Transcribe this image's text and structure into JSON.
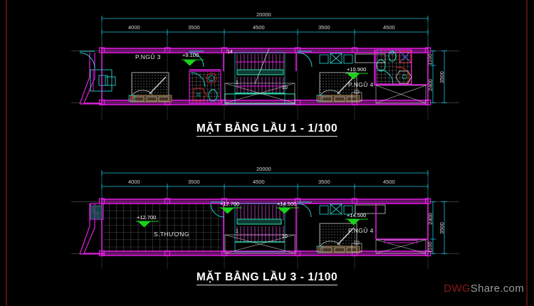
{
  "document": {
    "type": "cad-floor-plan-drawing",
    "background_color": "#000000",
    "border_color": "#5a0d0d"
  },
  "watermark": {
    "prefix": "DWG",
    "suffix": "Share.com"
  },
  "plans": [
    {
      "id": "lau-1",
      "title": "MẶT BẰNG LẦU 1 - 1/100",
      "overall_dimension": "20000",
      "bay_dimensions": [
        "4000",
        "3500",
        "4500",
        "3500",
        "4500"
      ],
      "side_dimensions": [
        "1100",
        "2400",
        "3500"
      ],
      "rooms": [
        {
          "name": "P.NGỦ  3",
          "level": "+9.100"
        },
        {
          "name": "P.NGỦ  4",
          "level": "+10.900"
        }
      ],
      "stair_labels": [
        "14",
        "1",
        "10"
      ]
    },
    {
      "id": "lau-3",
      "title": "MẶT BẰNG LẦU 3 - 1/100",
      "overall_dimension": "20000",
      "bay_dimensions": [
        "4000",
        "3500",
        "4500",
        "3500",
        "4500"
      ],
      "side_dimensions": [
        "2400",
        "1100",
        "3500"
      ],
      "rooms": [
        {
          "name": "S.THƯỢNG",
          "level": "+12.700"
        },
        {
          "name": "P.NGỦ  4",
          "level": "+14.500"
        }
      ],
      "extra_levels": [
        "+12.700",
        "+14.500"
      ],
      "stair_labels": [
        "1",
        "10"
      ]
    }
  ],
  "colors": {
    "dimension_line": "#18c4e0",
    "wall": "#e21ee2",
    "furniture_cyan": "#24d0d0",
    "furniture_white": "#c8c8c8",
    "level_marker": "#19d219",
    "grid_line": "#7a7a7a",
    "accent_red": "#d52020",
    "text": "#ffffff"
  }
}
